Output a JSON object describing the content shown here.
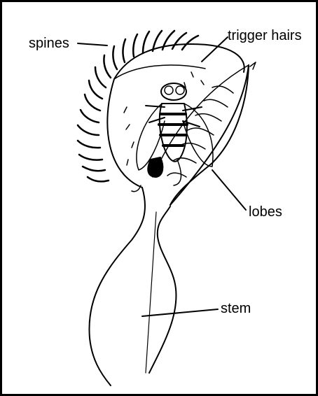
{
  "diagram": {
    "subject": "venus-flytrap",
    "labels": {
      "spines": "spines",
      "trigger_hairs": "trigger hairs",
      "lobes": "lobes",
      "stem": "stem"
    },
    "colors": {
      "ink": "#000000",
      "background": "#ffffff"
    }
  }
}
